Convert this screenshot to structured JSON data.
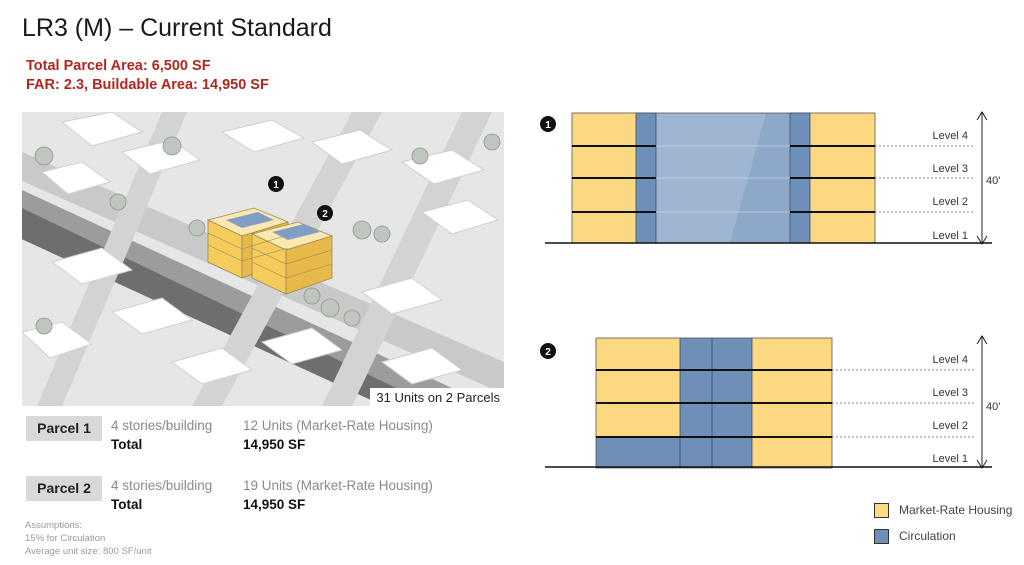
{
  "header": {
    "title": "LR3 (M) – Current Standard",
    "parcel_area": "Total Parcel Area: 6,500 SF",
    "far": "FAR: 2.3, Buildable Area: 14,950 SF"
  },
  "aerial": {
    "caption": "31 Units on 2 Parcels",
    "markers": [
      "1",
      "2"
    ]
  },
  "parcels": [
    {
      "label": "Parcel 1",
      "stories": "4 stories/building",
      "units": "12 Units (Market-Rate Housing)",
      "total_label": "Total",
      "total_value": "14,950 SF"
    },
    {
      "label": "Parcel 2",
      "stories": "4 stories/building",
      "units": "19 Units (Market-Rate Housing)",
      "total_label": "Total",
      "total_value": "14,950 SF"
    }
  ],
  "assumptions": {
    "heading": "Assumptions:",
    "lines": [
      "15% for Circulation",
      "Average unit size: 800 SF/unit"
    ]
  },
  "elevations": [
    {
      "marker": "1",
      "levels": [
        "Level 4",
        "Level 3",
        "Level 2",
        "Level 1"
      ],
      "height": "40'"
    },
    {
      "marker": "2",
      "levels": [
        "Level 4",
        "Level 3",
        "Level 2",
        "Level 1"
      ],
      "height": "40'"
    }
  ],
  "legend": [
    {
      "label": "Market-Rate Housing",
      "color": "#fdd882"
    },
    {
      "label": "Circulation",
      "color": "#6d8fb8"
    }
  ],
  "colors": {
    "housing": "#fdd882",
    "circulation": "#6d8fb8",
    "circulation_light": "#9fb6d3",
    "accent_red": "#b3261e"
  }
}
